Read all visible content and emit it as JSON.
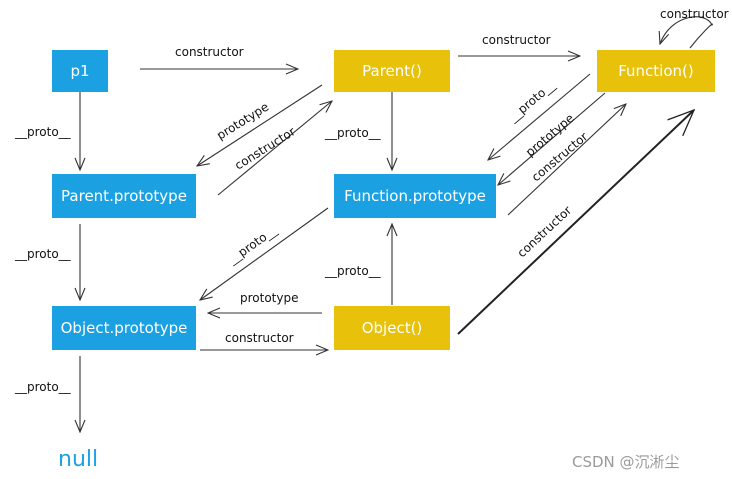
{
  "colors": {
    "blue": "#1ba1e2",
    "yellow": "#e8c10a",
    "null_text": "#1fa1e6",
    "watermark": "#9a9a9a"
  },
  "nodes": {
    "p1": "p1",
    "parent": "Parent()",
    "function": "Function()",
    "parent_prototype": "Parent.prototype",
    "function_prototype": "Function.prototype",
    "object_prototype": "Object.prototype",
    "object": "Object()",
    "null": "null"
  },
  "edge_labels": {
    "p1_constructor": "constructor",
    "parent_constructor": "constructor",
    "function_self_constructor": "constructor",
    "p1_proto": "__proto__",
    "parent_prototype_link": "prototype",
    "parent_prototype_constructor": "constructor",
    "parent_proto": "__proto__",
    "function_proto": "__proto__",
    "function_prototype_link": "prototype",
    "function_prototype_constructor": "constructor",
    "parent_prototype_proto": "__proto__",
    "function_prototype_proto": "__proto__",
    "object_proto": "__proto__",
    "object_constructor": "constructor",
    "object_prototype_link": "prototype",
    "object_prototype_constructor": "constructor",
    "object_prototype_proto": "__proto__"
  },
  "watermark": "CSDN @沉淅尘"
}
